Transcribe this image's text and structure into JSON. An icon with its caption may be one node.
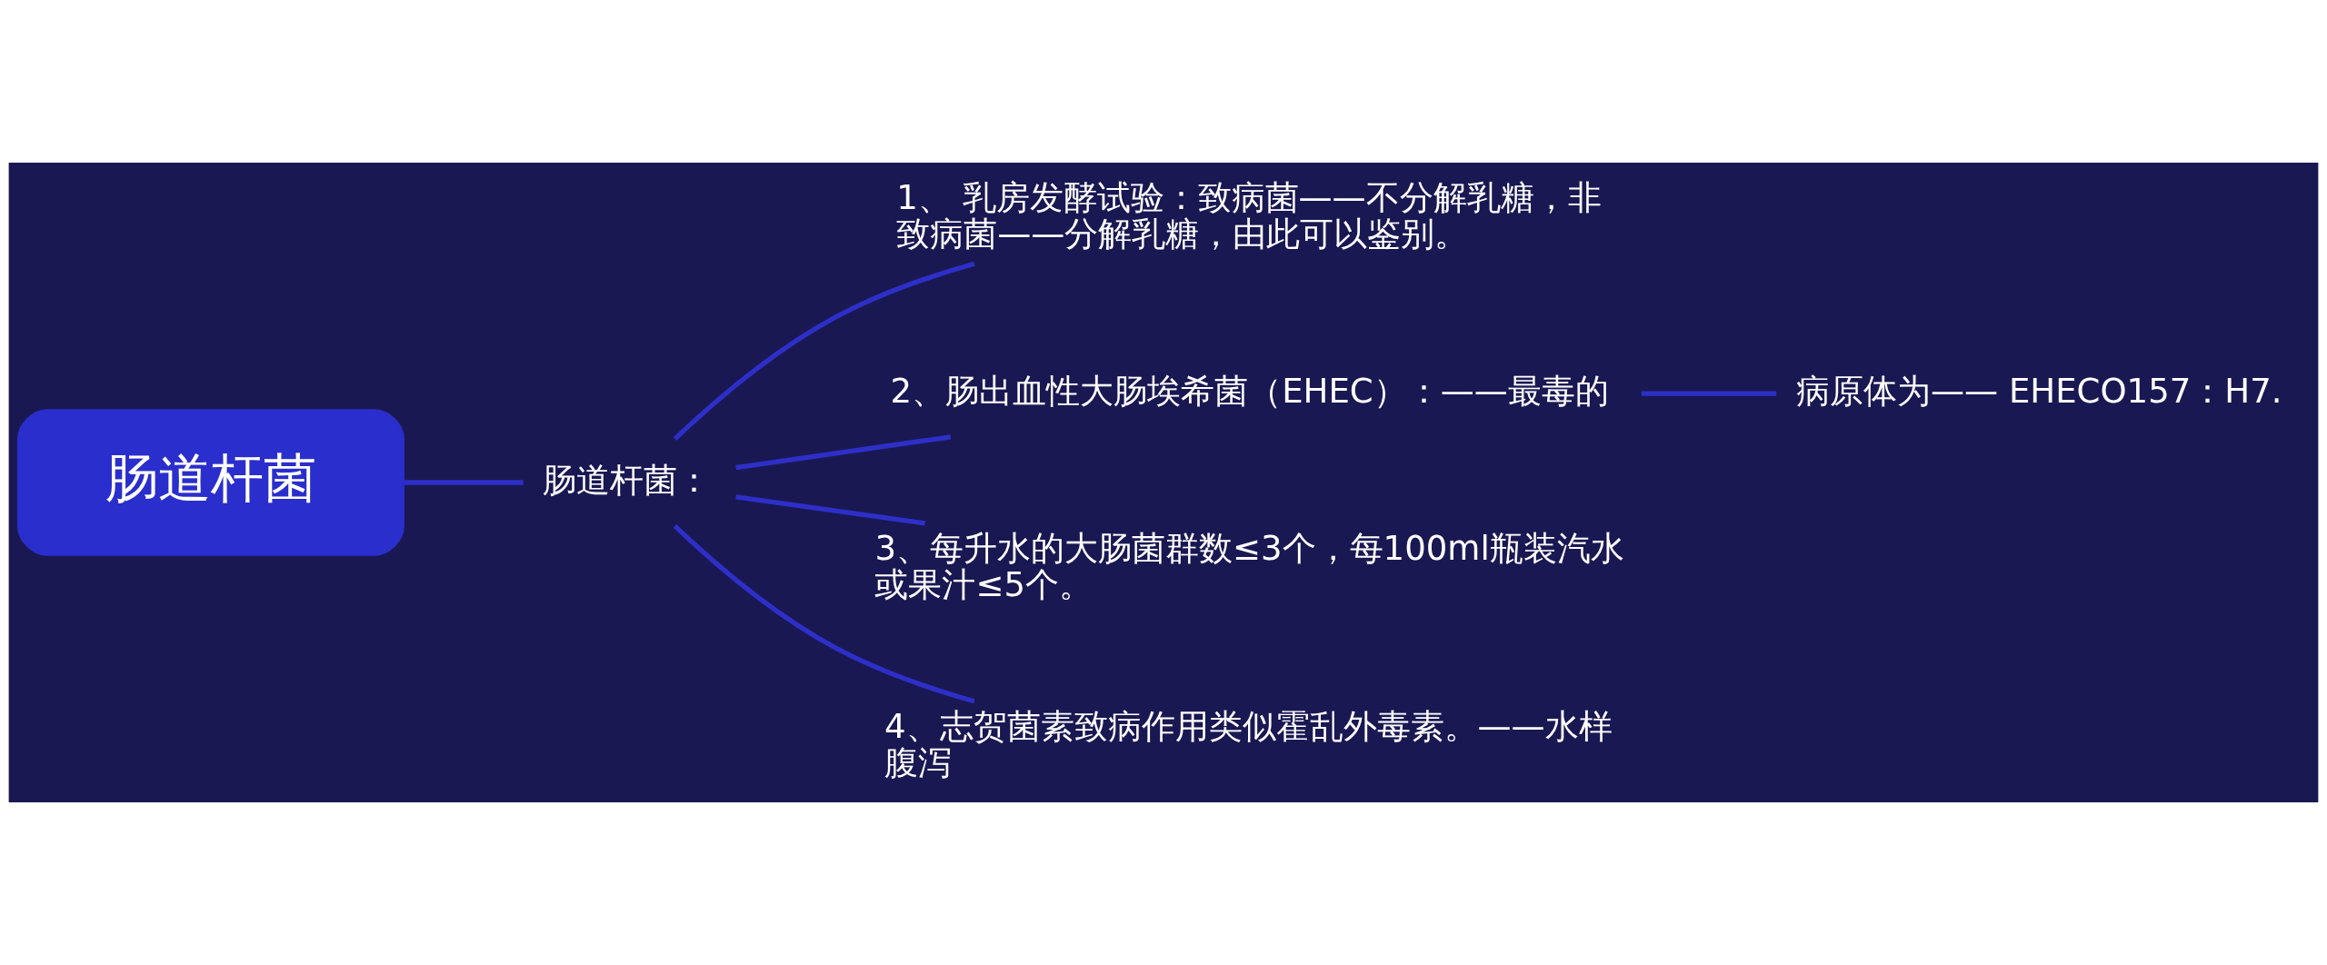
{
  "diagram": {
    "nodes": [
      {
        "text": [
          "肠道杆菌"
        ]
      },
      {
        "text": [
          "肠道杆菌："
        ]
      },
      {
        "text": [
          "1、 乳房发酵试验：致病菌——不分解乳糖，非致病菌——分解乳糖，由此可以鉴别。"
        ]
      },
      {
        "text": [
          "2、肠出血性大肠埃希菌（EHEC）：——最毒的"
        ]
      },
      {
        "text": [
          "病原体为—— EHECO157：H7."
        ]
      },
      {
        "text": [
          "3、每升水的大肠菌群数≤3个，每100ml瓶装汽水或果汁≤5个。"
        ]
      },
      {
        "text": [
          "4、志贺菌素致病作用类似霍乱外毒素。——水样腹泻"
        ]
      }
    ],
    "edges": [
      {
        "from": 0,
        "to": 1,
        "arrow": "none"
      },
      {
        "from": 1,
        "to": 2,
        "arrow": "none"
      },
      {
        "from": 1,
        "to": 3,
        "arrow": "none"
      },
      {
        "from": 3,
        "to": 4,
        "arrow": "none"
      },
      {
        "from": 1,
        "to": 5,
        "arrow": "none"
      },
      {
        "from": 1,
        "to": 6,
        "arrow": "none"
      }
    ]
  }
}
